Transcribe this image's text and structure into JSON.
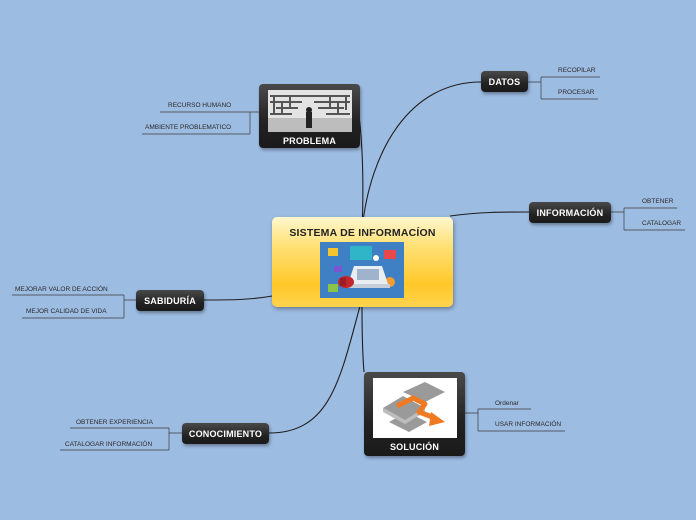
{
  "central": {
    "title": "SISTEMA DE INFORMACÍON",
    "image": "technology-illustration"
  },
  "branches": {
    "problema": {
      "label": "PROBLEMA",
      "image": "maze-illustration",
      "leaves": [
        "RECURSO HUMANO",
        "AMBIENTE PROBLEMATICO"
      ]
    },
    "datos": {
      "label": "DATOS",
      "leaves": [
        "RECOPILAR",
        "PROCESAR"
      ]
    },
    "informacion": {
      "label": "INFORMACIÓN",
      "leaves": [
        "OBTENER",
        "CATALOGAR"
      ]
    },
    "sabiduria": {
      "label": "SABIDURÍA",
      "leaves": [
        "MEJORAR VALOR DE ACCIÓN",
        "MEJOR CALIDAD DE VIDA"
      ]
    },
    "solucion": {
      "label": "SOLUCIÓN",
      "image": "maze-arrow-illustration",
      "leaves": [
        "Ordenar",
        "USAR INFORMACIÓN"
      ]
    },
    "conocimiento": {
      "label": "CONOCIMIENTO",
      "leaves": [
        "OBTENER EXPERIENCIA",
        "CATALOGAR INFORMACIÓN"
      ]
    }
  },
  "colors": {
    "background": "#9dbce2",
    "node": "#222222",
    "central": "#ffd34d",
    "connector": "#1e1e1e"
  }
}
